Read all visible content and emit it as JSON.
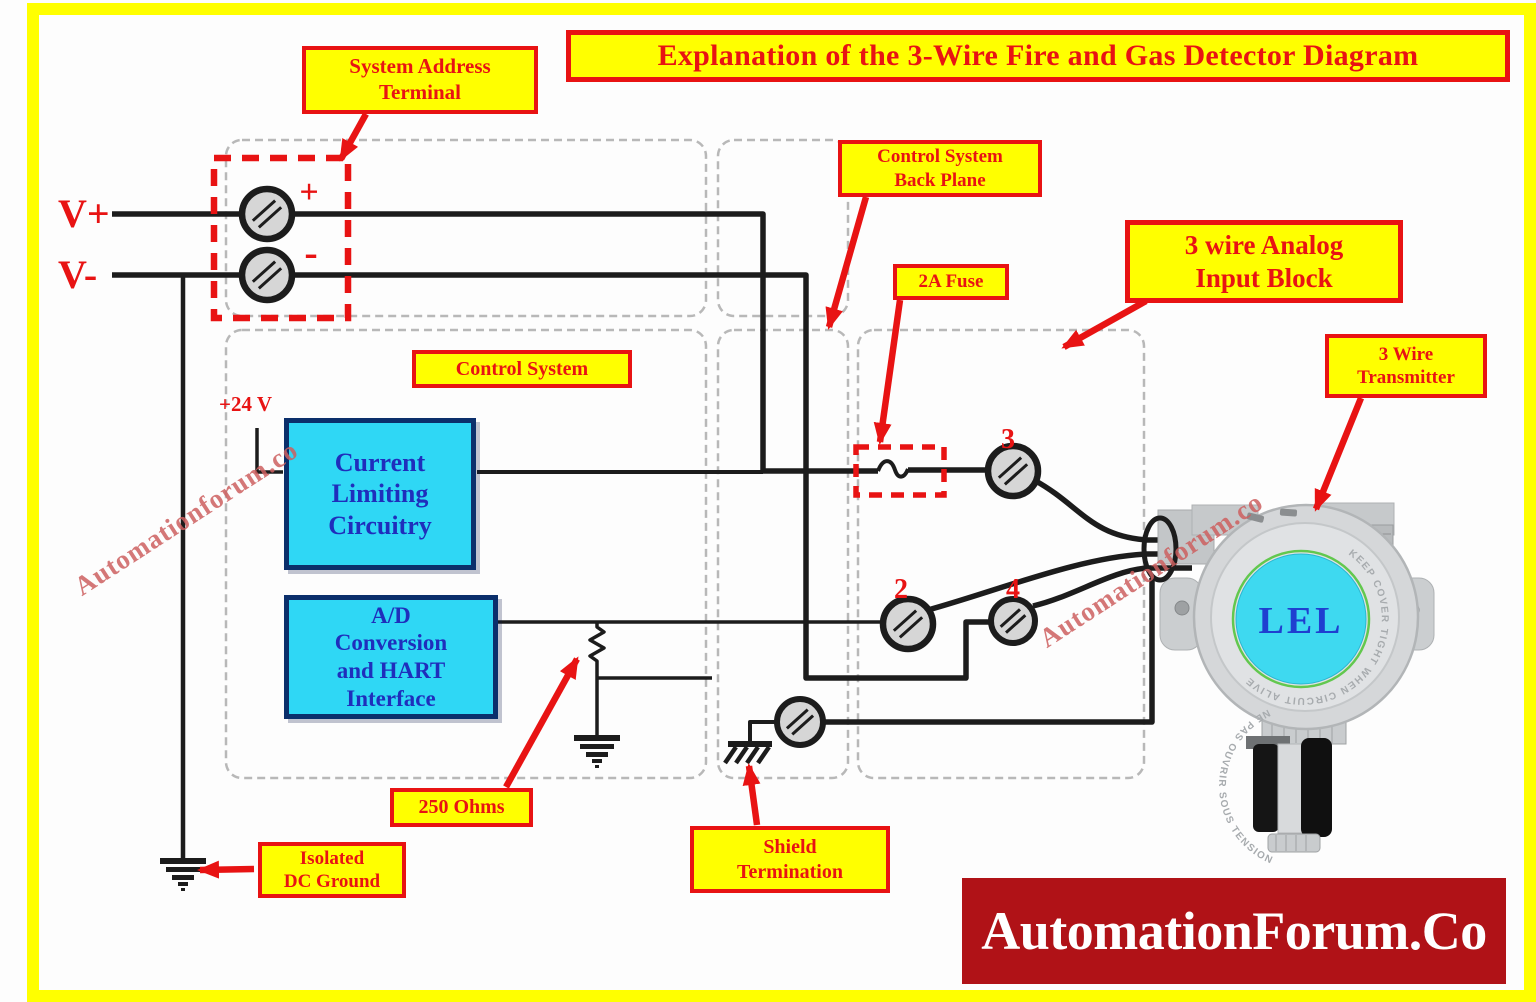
{
  "title": "Explanation of the 3-Wire Fire and Gas Detector Diagram",
  "callouts": {
    "system_address_terminal": "System Address\nTerminal",
    "control_system_back_plane": "Control System\nBack Plane",
    "fuse": "2A Fuse",
    "analog_input_block": "3 wire Analog\nInput Block",
    "transmitter": "3 Wire\nTransmitter",
    "control_system": "Control System",
    "resistor": "250 Ohms",
    "isolated_dc_ground": "Isolated\nDC Ground",
    "shield_termination": "Shield\nTermination"
  },
  "wiring": {
    "v_plus": "V+",
    "v_minus": "V-",
    "supply": "+24 V",
    "terminal_plus": "+",
    "terminal_minus": "-",
    "terminal_2": "2",
    "terminal_3": "3",
    "terminal_4": "4"
  },
  "blocks": {
    "current_limiting": "Current\nLimiting\nCircuitry",
    "ad_conversion": "A/D\nConversion\nand HART\nInterface"
  },
  "device": {
    "display": "LEL",
    "ring_text_top": "KEEP COVER TIGHT WHEN CIRCUIT ALIVE",
    "ring_text_bottom": "NE PAS OUVRIR SOUS TENSION"
  },
  "watermark": "Automationforum.co",
  "footer_logo": "AutomationForum.Co",
  "colors": {
    "accent_red": "#e81313",
    "label_bg": "#ffff00",
    "wire": "#1c1c1c",
    "block_fill": "#2fd7f5",
    "block_border": "#0b2f6b",
    "block_text": "#1f2ebc",
    "logo_bg": "#b01217",
    "detector_face": "#3ed9f0",
    "lel_text": "#1f3fd0"
  }
}
